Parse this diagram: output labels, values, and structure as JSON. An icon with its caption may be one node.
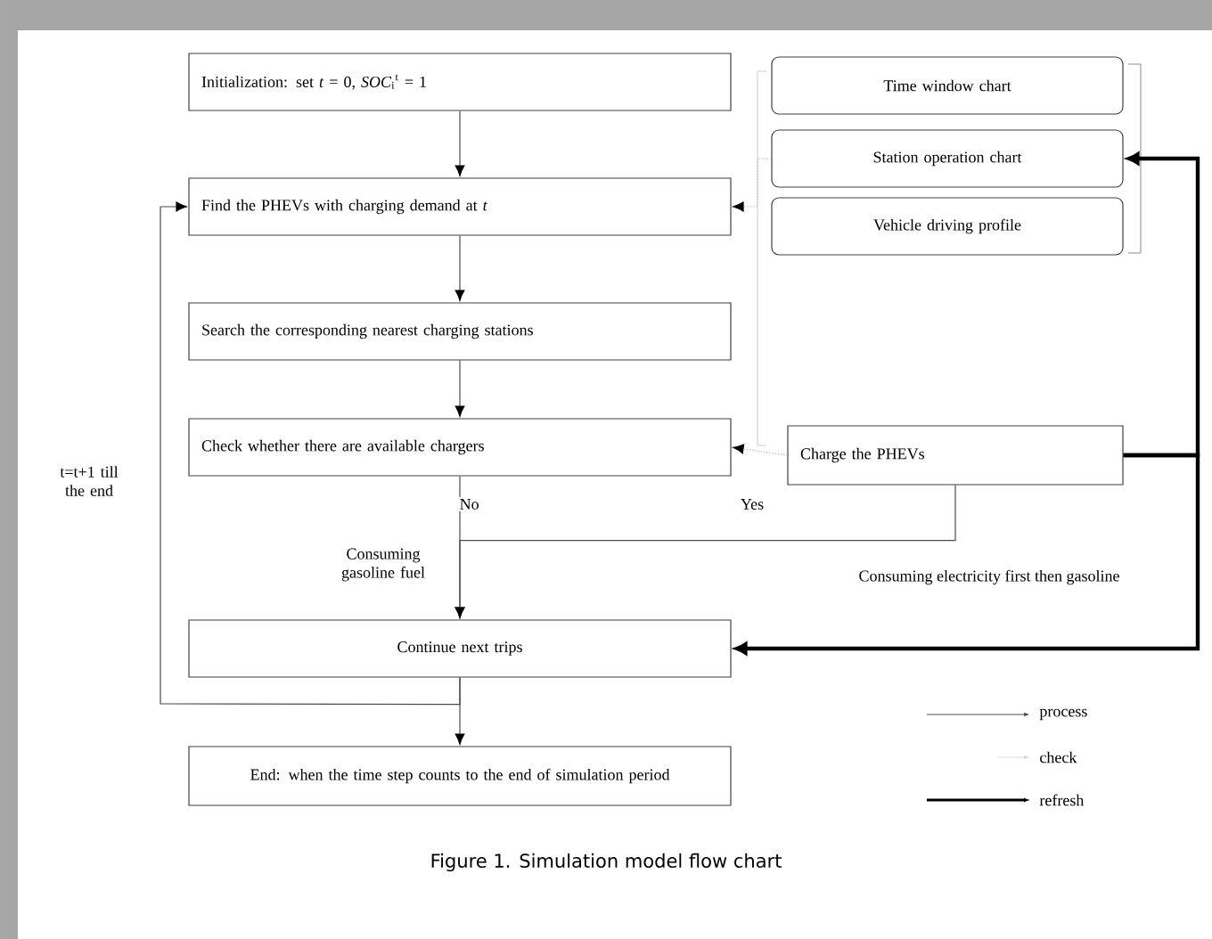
{
  "diagram": {
    "caption": "Figure 1. Simulation model flow chart",
    "nodes": [
      {
        "text": [
          "Initialization: set *t* = 0, *SOC*$_{i}$$^{t}$ = 1"
        ]
      },
      {
        "text": [
          "Find the PHEVs with charging demand at *t*"
        ]
      },
      {
        "text": [
          "Search the corresponding nearest charging stations"
        ]
      },
      {
        "text": [
          "Check whether there are available chargers"
        ]
      },
      {
        "text": [
          "Continue next trips"
        ]
      },
      {
        "text": [
          "End: when the time step counts to the end of simulation period"
        ]
      },
      {
        "text": [
          "Time window chart"
        ]
      },
      {
        "text": [
          "Station operation chart"
        ]
      },
      {
        "text": [
          "Vehicle driving profile"
        ]
      },
      {
        "text": [
          "Charge the PHEVs"
        ]
      }
    ],
    "edges": [
      {
        "from": 0,
        "to": 1,
        "arrow": "to"
      },
      {
        "from": 1,
        "to": 2,
        "arrow": "to"
      },
      {
        "from": 2,
        "to": 3,
        "arrow": "to"
      },
      {
        "from": 3,
        "to": 4,
        "arrow": "to",
        "label": "No"
      },
      {
        "from": 4,
        "to": 5,
        "arrow": "to"
      },
      {
        "from": 4,
        "to": 1,
        "arrow": "to",
        "label": "t=t+1 till the end"
      },
      {
        "from": 9,
        "to": 3,
        "arrow": "to",
        "label": "Yes",
        "style": "dashed",
        "color": "#b0b0b0"
      },
      {
        "from": 9,
        "to": 4,
        "arrow": "to",
        "label": "Consuming electricity first then gasoline"
      },
      {
        "from": 9,
        "to": 4,
        "arrow": "to",
        "style": "thick"
      },
      {
        "from": 9,
        "to": 7,
        "arrow": "to",
        "style": "thick"
      },
      {
        "from": 7,
        "to": 1,
        "arrow": "to",
        "style": "dashed",
        "color": "#b0b0b0"
      }
    ],
    "labels": [
      "Consuming gasoline fuel"
    ],
    "legend": [
      {
        "text": "process"
      },
      {
        "text": "check"
      },
      {
        "text": "refresh"
      }
    ]
  }
}
